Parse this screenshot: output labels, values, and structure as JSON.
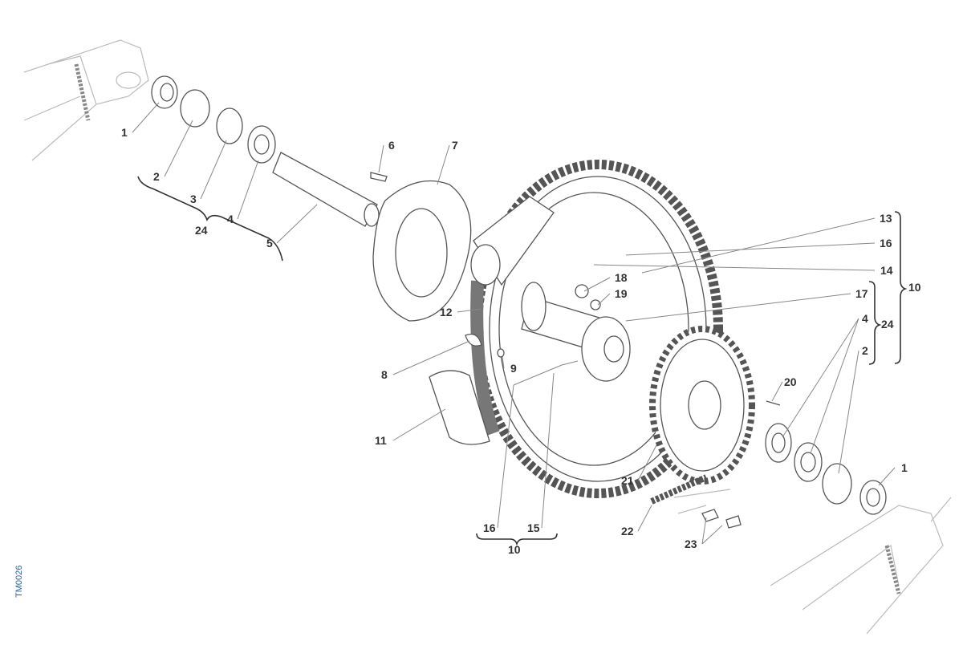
{
  "diagram": {
    "code": "TM0026",
    "callouts": [
      "1",
      "2",
      "3",
      "4",
      "24",
      "5",
      "6",
      "7",
      "13",
      "16",
      "14",
      "10",
      "18",
      "19",
      "17",
      "4",
      "24",
      "2",
      "12",
      "8",
      "9",
      "11",
      "20",
      "1",
      "21",
      "22",
      "23",
      "16",
      "15",
      "10"
    ]
  }
}
